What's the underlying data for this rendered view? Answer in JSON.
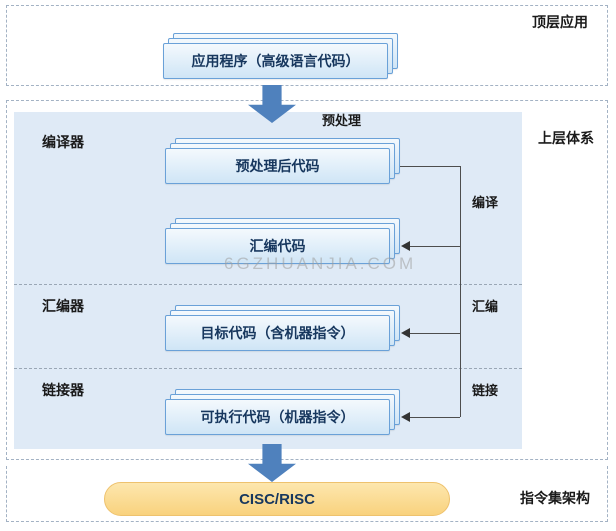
{
  "diagram": {
    "top_section_label": "顶层应用",
    "middle_section_label": "上层体系",
    "bottom_section_label": "指令集架构",
    "nodes": {
      "app": "应用程序（高级语言代码）",
      "preprocessed": "预处理后代码",
      "assembly": "汇编代码",
      "object_code": "目标代码（含机器指令）",
      "executable": "可执行代码（机器指令）",
      "isa": "CISC/RISC"
    },
    "stages": {
      "compiler": "编译器",
      "assembler": "汇编器",
      "linker": "链接器"
    },
    "edges": {
      "preprocess": "预处理",
      "compile": "编译",
      "assemble": "汇编",
      "link": "链接"
    },
    "watermark": "6GZHUANJIA.COM",
    "colors": {
      "card_border": "#6aa1d8",
      "card_fill": "#cfe5f6",
      "panel_fill": "#dfeaf6",
      "arrow_blue": "#4f81bd",
      "pill_fill": "#f9d27e",
      "text_navy": "#17375e",
      "dashed_border": "#a3b2c4"
    }
  }
}
